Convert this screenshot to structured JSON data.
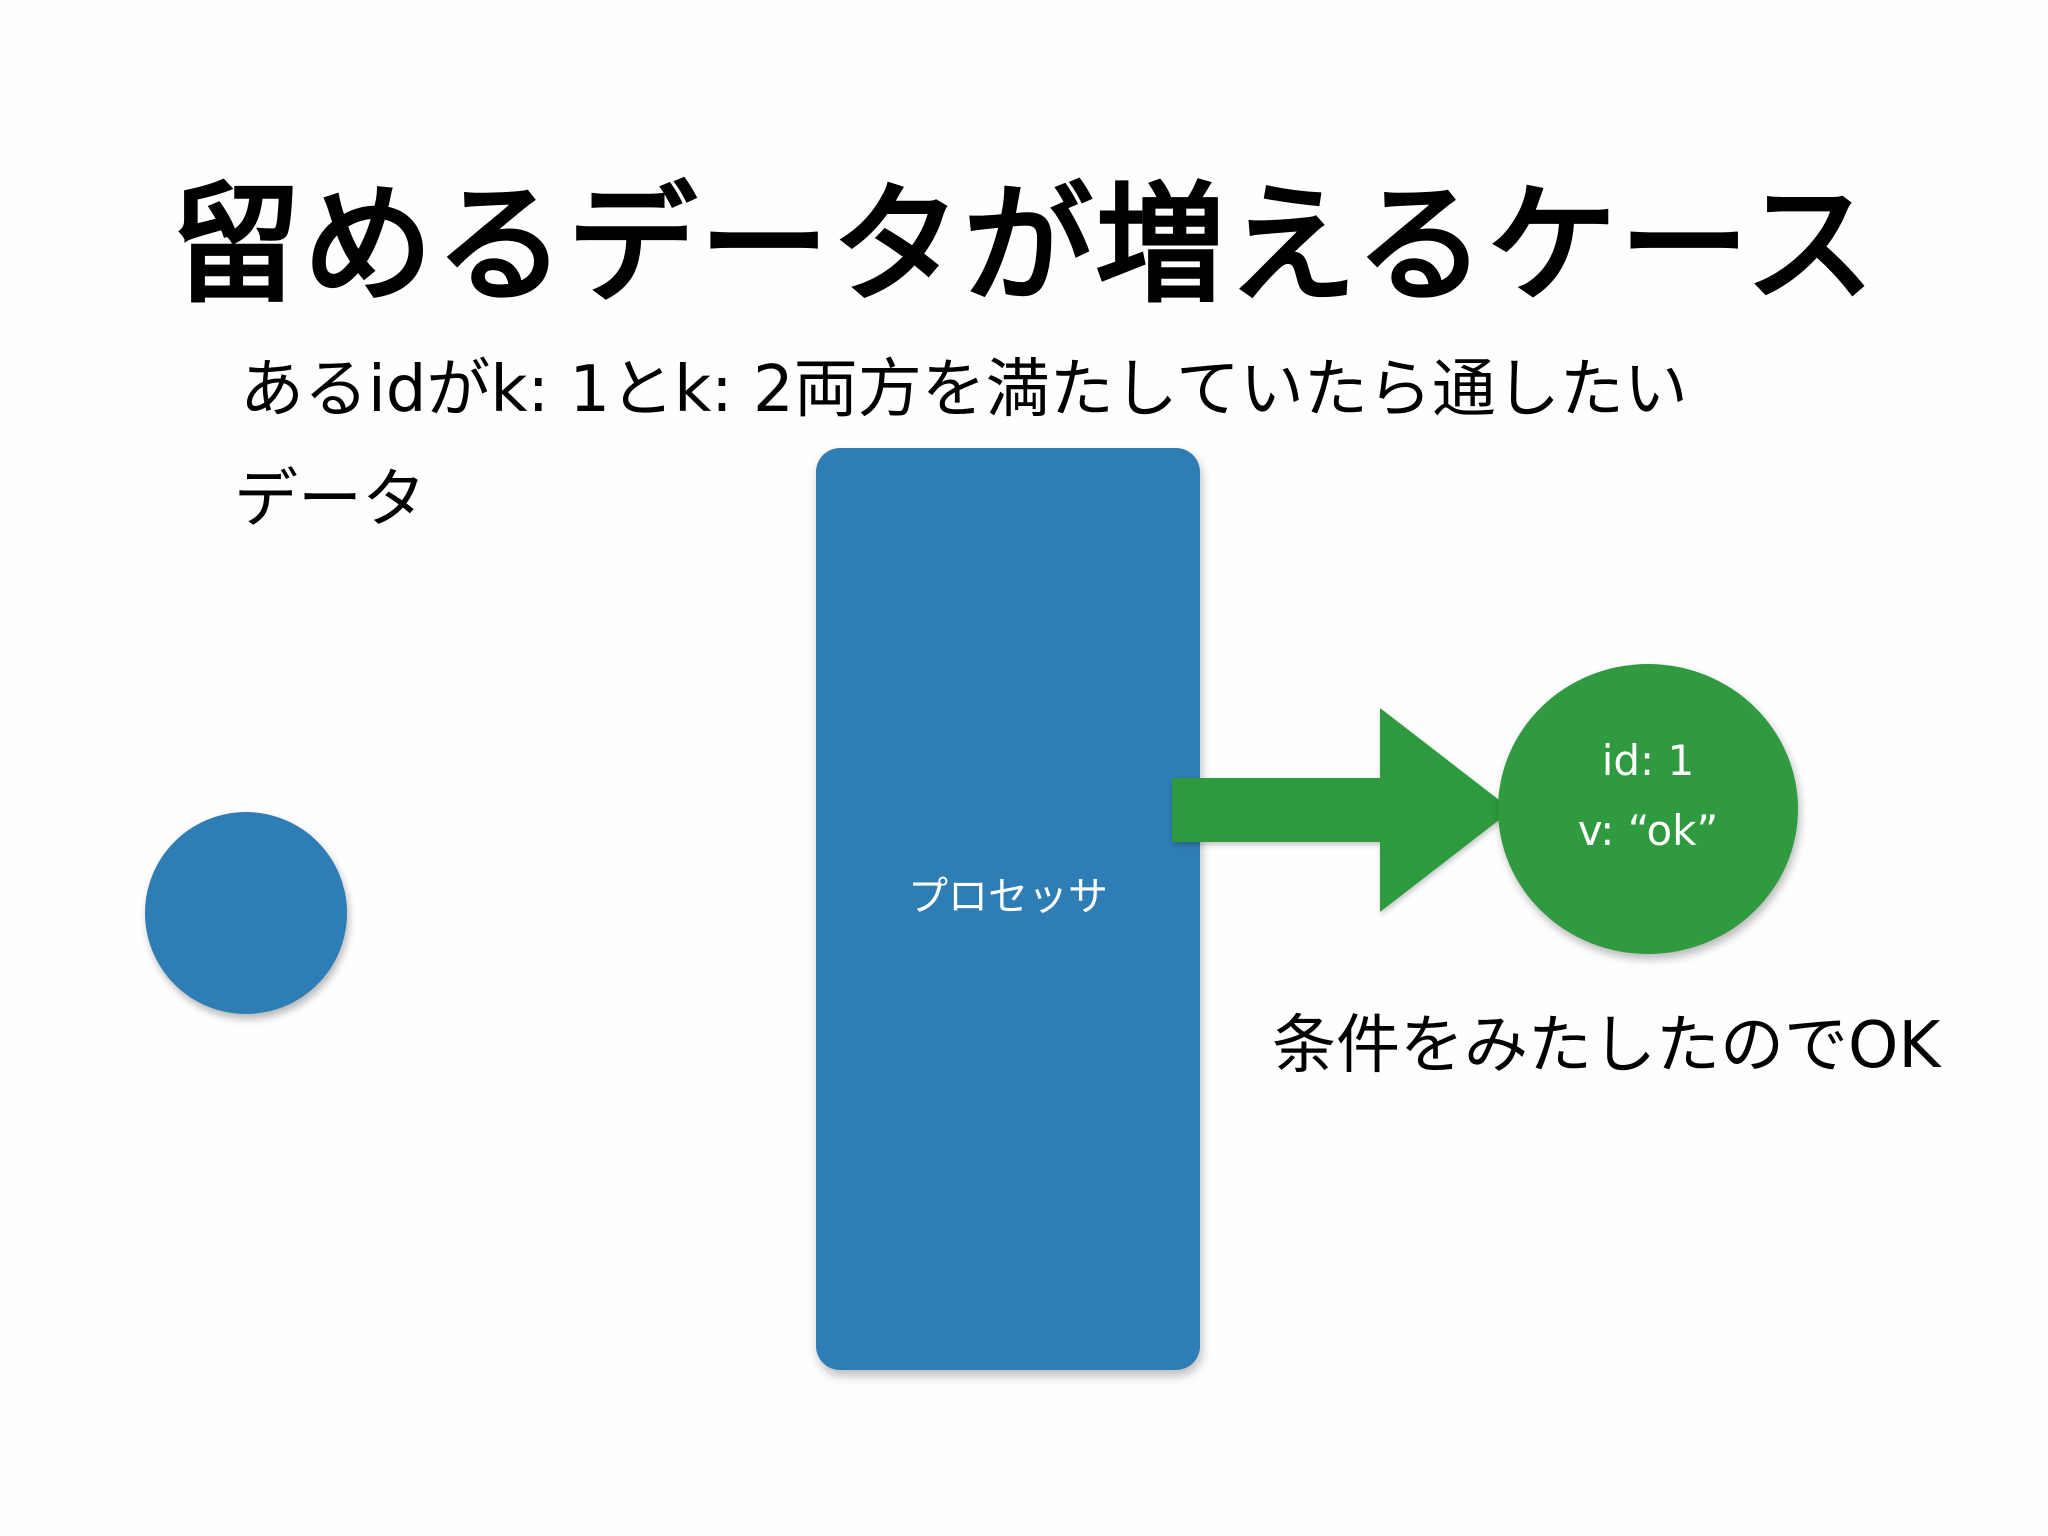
{
  "slide": {
    "title": "留めるデータが増えるケース",
    "subtitle": "あるidがk: 1とk: 2両方を満たしていたら通したい",
    "data_label": "データ",
    "processor_label": "プロセッサ",
    "result": {
      "id_line": "id: 1",
      "v_line": "v: “ok”"
    },
    "status": "条件をみたしたのでOK"
  },
  "colors": {
    "background": "#fefefe",
    "text": "#000000",
    "blue": "#2e7db4",
    "green": "#2f9a40",
    "label_text": "#ffffff"
  },
  "icons": {
    "input_shape": "circle",
    "processor_shape": "rounded-rectangle",
    "output_arrow": "right-arrow",
    "result_shape": "circle"
  }
}
